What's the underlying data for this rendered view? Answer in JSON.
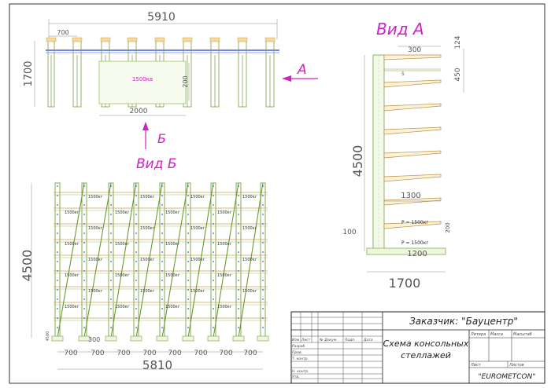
{
  "top_view": {
    "overall_width": "5910",
    "span": "700",
    "height": "1700",
    "panel_height": "200",
    "panel_label": "1500кв",
    "panel_width": "2000"
  },
  "arrow_a": {
    "label": "А"
  },
  "arrow_b": {
    "label": "Б"
  },
  "view_a": {
    "title": "Вид А",
    "arm_length": "300",
    "top_gap": "124",
    "top_spacing": "450",
    "height": "4500",
    "angle": "5",
    "arm_1300": "1300",
    "load_1": "P = 1500кг",
    "spacing_200": "200",
    "load_2": "P = 1500кг",
    "base_offset": "100",
    "base_arm": "1200",
    "base_width": "1700"
  },
  "view_b": {
    "title": "Вид Б",
    "height": "4500",
    "overall_width": "5810",
    "bottom_dim": "300",
    "bay": "700",
    "low_dim": "4500",
    "load_label": "1500кг"
  },
  "title_block": {
    "customer": "Заказчик: \"Бауцентр\"",
    "drawing_title_1": "Схема консольных",
    "drawing_title_2": "стеллажей",
    "company": "\"EUROMETCON\"",
    "col_izm": "Изм",
    "col_list": "Лист",
    "col_doc": "№ Докум.",
    "col_sign": "Подп.",
    "col_date": "Дата",
    "row_razrab": "Разраб.",
    "row_prov": "Пров.",
    "row_tkontr": "Т. контр.",
    "row_nkontr": "Н. контр.",
    "row_utv": "Утв.",
    "hdr_litera": "Литера",
    "hdr_massa": "Масса",
    "hdr_masshtab": "Масштаб",
    "hdr_sheet": "Лист",
    "hdr_sheets": "Листов"
  }
}
